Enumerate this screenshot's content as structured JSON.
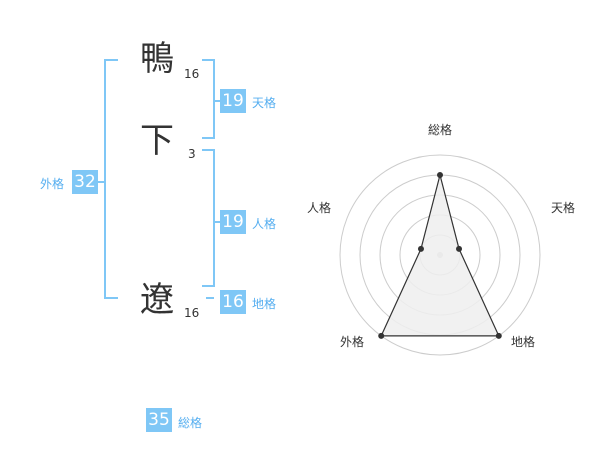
{
  "name": {
    "chars": [
      {
        "char": "鴨",
        "strokes": "16"
      },
      {
        "char": "下",
        "strokes": "3"
      },
      {
        "char": "遼",
        "strokes": "16"
      }
    ]
  },
  "fortunes": {
    "tenkaku": {
      "label": "天格",
      "value": "19"
    },
    "jinkaku": {
      "label": "人格",
      "value": "19"
    },
    "chikaku": {
      "label": "地格",
      "value": "16"
    },
    "gaikaku": {
      "label": "外格",
      "value": "32"
    },
    "soukaku": {
      "label": "総格",
      "value": "35"
    }
  },
  "chart_data": {
    "type": "radar",
    "axes": [
      "総格",
      "天格",
      "地格",
      "外格",
      "人格"
    ],
    "rings": 5,
    "values": [
      4,
      1,
      5,
      5,
      1
    ],
    "max": 5,
    "colors": {
      "fill": "#efefef",
      "line": "#333333",
      "ring": "#cccccc"
    }
  },
  "colors": {
    "accent": "#7fc7f6",
    "label": "#55aef0"
  }
}
